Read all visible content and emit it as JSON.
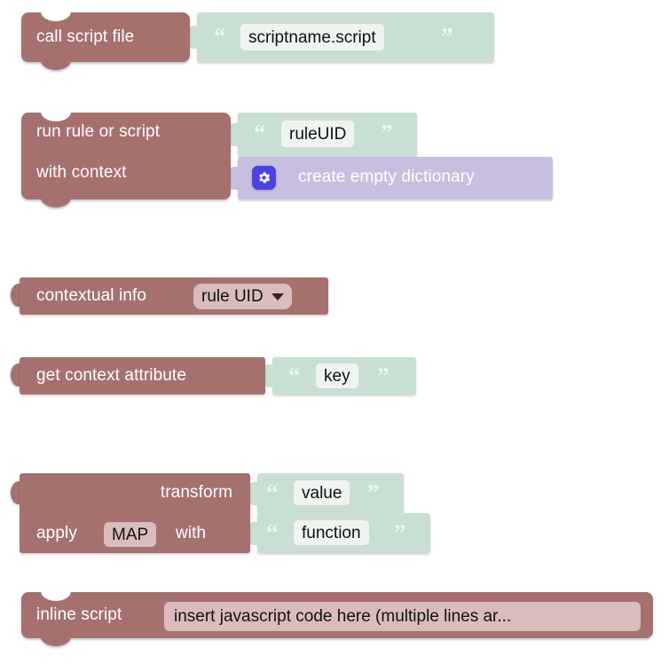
{
  "editor": {
    "name": "visual-block-editor",
    "background": "#ffffff",
    "palette": {
      "statement_block": "#a5716f",
      "string_value_block": "#c9dfd3",
      "dictionary_value_block": "#c8bee0",
      "field_light": "#f0f4f1",
      "field_rose": "#d9bcbb",
      "gear_chip": "#4a43e0",
      "label_text": "#ffffff",
      "field_text": "#101010"
    }
  },
  "blocks": [
    {
      "id": "call-script-file",
      "kind": "statement",
      "labels": [
        "call script file"
      ],
      "inputs": [
        {
          "type": "string",
          "icon": "quote-open",
          "value": "scriptname.script",
          "icon_close": "quote-close"
        }
      ]
    },
    {
      "id": "run-rule-or-script",
      "kind": "statement",
      "labels": [
        "run rule or script",
        "with context"
      ],
      "inputs": [
        {
          "type": "string",
          "icon": "quote-open",
          "value": "ruleUID",
          "icon_close": "quote-close"
        },
        {
          "type": "dictionary",
          "icon": "gear-icon",
          "value": "create empty dictionary"
        }
      ]
    },
    {
      "id": "contextual-info",
      "kind": "reporter",
      "labels": [
        "contextual info"
      ],
      "dropdown": {
        "value": "rule UID",
        "icon": "chevron-down-icon"
      }
    },
    {
      "id": "get-context-attribute",
      "kind": "reporter",
      "labels": [
        "get context attribute"
      ],
      "inputs": [
        {
          "type": "string",
          "icon": "quote-open",
          "value": "key",
          "icon_close": "quote-close"
        }
      ]
    },
    {
      "id": "transform",
      "kind": "reporter",
      "labels": [
        "transform",
        "apply",
        "with"
      ],
      "dropdown": {
        "value": "MAP"
      },
      "inputs": [
        {
          "type": "string",
          "icon": "quote-open",
          "value": "value",
          "icon_close": "quote-close"
        },
        {
          "type": "string",
          "icon": "quote-open",
          "value": "function",
          "icon_close": "quote-close"
        }
      ]
    },
    {
      "id": "inline-script",
      "kind": "statement",
      "labels": [
        "inline script"
      ],
      "text_field": {
        "value": "insert javascript code here (multiple lines ar..."
      }
    }
  ],
  "glyphs": {
    "quote_open": "“",
    "quote_close": "”"
  }
}
